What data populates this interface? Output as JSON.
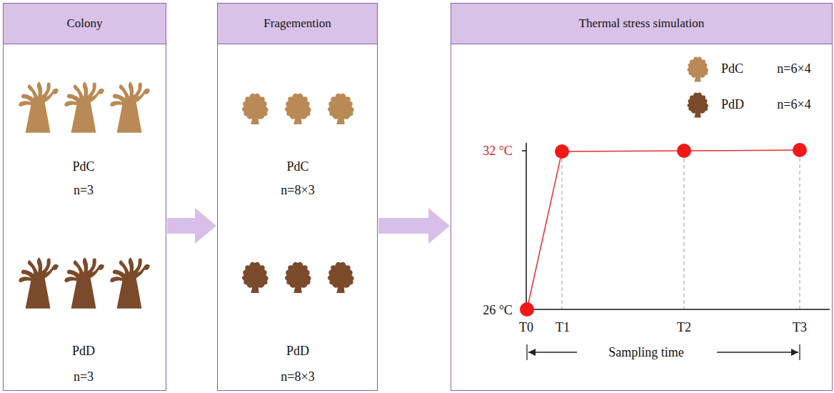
{
  "diagram": {
    "nodes": [
      {
        "text": [
          "Colony"
        ]
      },
      {
        "text": [
          "Fragemention"
        ]
      },
      {
        "text": [
          "Thermal stress simulation"
        ]
      }
    ],
    "edges": [
      {
        "from": 0,
        "to": 1,
        "arrow": "to"
      },
      {
        "from": 1,
        "to": 2,
        "arrow": "to"
      }
    ],
    "labels": [
      "PdC",
      "n=3",
      "PdD",
      "n=3",
      "PdC",
      "n=8×3",
      "PdD",
      "n=8×3",
      "n=6×4",
      "n=6×4",
      "32 °C",
      "26 °C",
      "T0",
      "T1",
      "T2",
      "T3",
      "Sampling time"
    ],
    "legend": [
      {
        "text": "PdC"
      },
      {
        "text": "PdD"
      }
    ]
  }
}
